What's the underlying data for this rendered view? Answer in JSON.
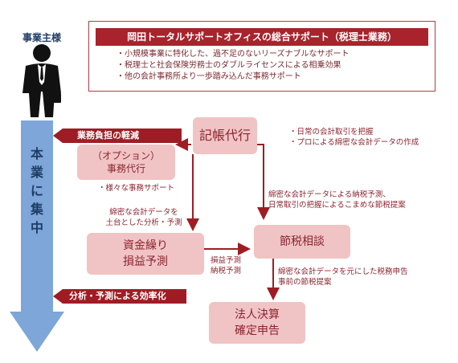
{
  "owner": {
    "label": "事業主様"
  },
  "header": {
    "title": "岡田トータルサポートオフィスの総合サポート（税理士業務）",
    "points": [
      "小規模事業に特化した、過不足のないリーズナブルなサポート",
      "税理士と社会保険労務士のダブルライセンスによる相乗効果",
      "他の会計事務所より一歩踏み込んだ事務サポート"
    ]
  },
  "side_arrow": {
    "label": "本業に集中"
  },
  "tags": {
    "burden": "業務負担の軽減",
    "efficiency": "分析・予測による効率化"
  },
  "boxes": {
    "bookkeeping": "記帳代行",
    "option_line1": "（オプション）",
    "option_line2": "事務代行",
    "cashflow_line1": "資金繰り",
    "cashflow_line2": "損益予測",
    "tax_consult": "節税相談",
    "corporate_line1": "法人決算",
    "corporate_line2": "確定申告"
  },
  "notes": {
    "bookkeeping_1": "日常の会計取引を把握",
    "bookkeeping_2": "プロによる綿密な会計データの作成",
    "option_sub": "様々な事務サポート",
    "analysis_1": "綿密な会計データを",
    "analysis_2": "土台とした分析・予測",
    "tax_forecast_1": "綿密な会計データによる納税予測、",
    "tax_forecast_2": "日常取引の把握によるこまめな節税提案",
    "pl_1": "損益予測",
    "pl_2": "納税予測",
    "filing_1": "綿密な会計データを元にした税務申告",
    "filing_2": "事前の節税提案"
  },
  "colors": {
    "accent": "#9e1d25",
    "box_fill": "#f0c4c4",
    "side_arrow": "#7ea6d8",
    "navy": "#1f3d66"
  },
  "icons": [
    "businessman-icon"
  ]
}
